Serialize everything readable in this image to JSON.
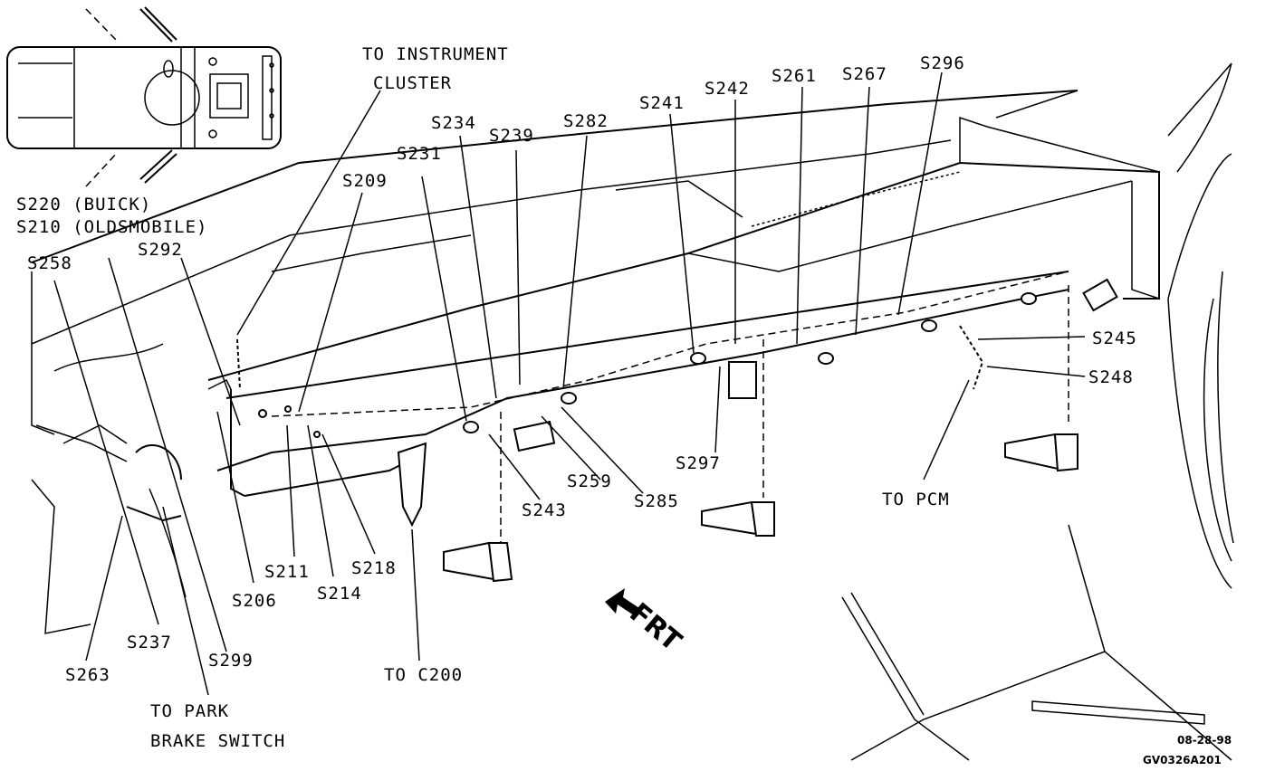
{
  "labels": {
    "to_instrument_cluster_1": "TO INSTRUMENT",
    "to_instrument_cluster_2": "CLUSTER",
    "s220": "S220 (BUICK)",
    "s210": "S210 (OLDSMOBILE)",
    "s292": "S292",
    "s258": "S258",
    "s209": "S209",
    "s231": "S231",
    "s234": "S234",
    "s239": "S239",
    "s282": "S282",
    "s241": "S241",
    "s242": "S242",
    "s261": "S261",
    "s267": "S267",
    "s296": "S296",
    "s245": "S245",
    "s248": "S248",
    "s297": "S297",
    "s259": "S259",
    "s285": "S285",
    "s243": "S243",
    "s211": "S211",
    "s214": "S214",
    "s218": "S218",
    "s206": "S206",
    "s237": "S237",
    "s299": "S299",
    "s263": "S263",
    "to_pcm": "TO PCM",
    "to_c200": "TO C200",
    "to_park_1": "TO PARK",
    "to_park_2": "BRAKE SWITCH",
    "frt": "FRT",
    "date": "08-28-98",
    "code": "GV0326A201"
  }
}
